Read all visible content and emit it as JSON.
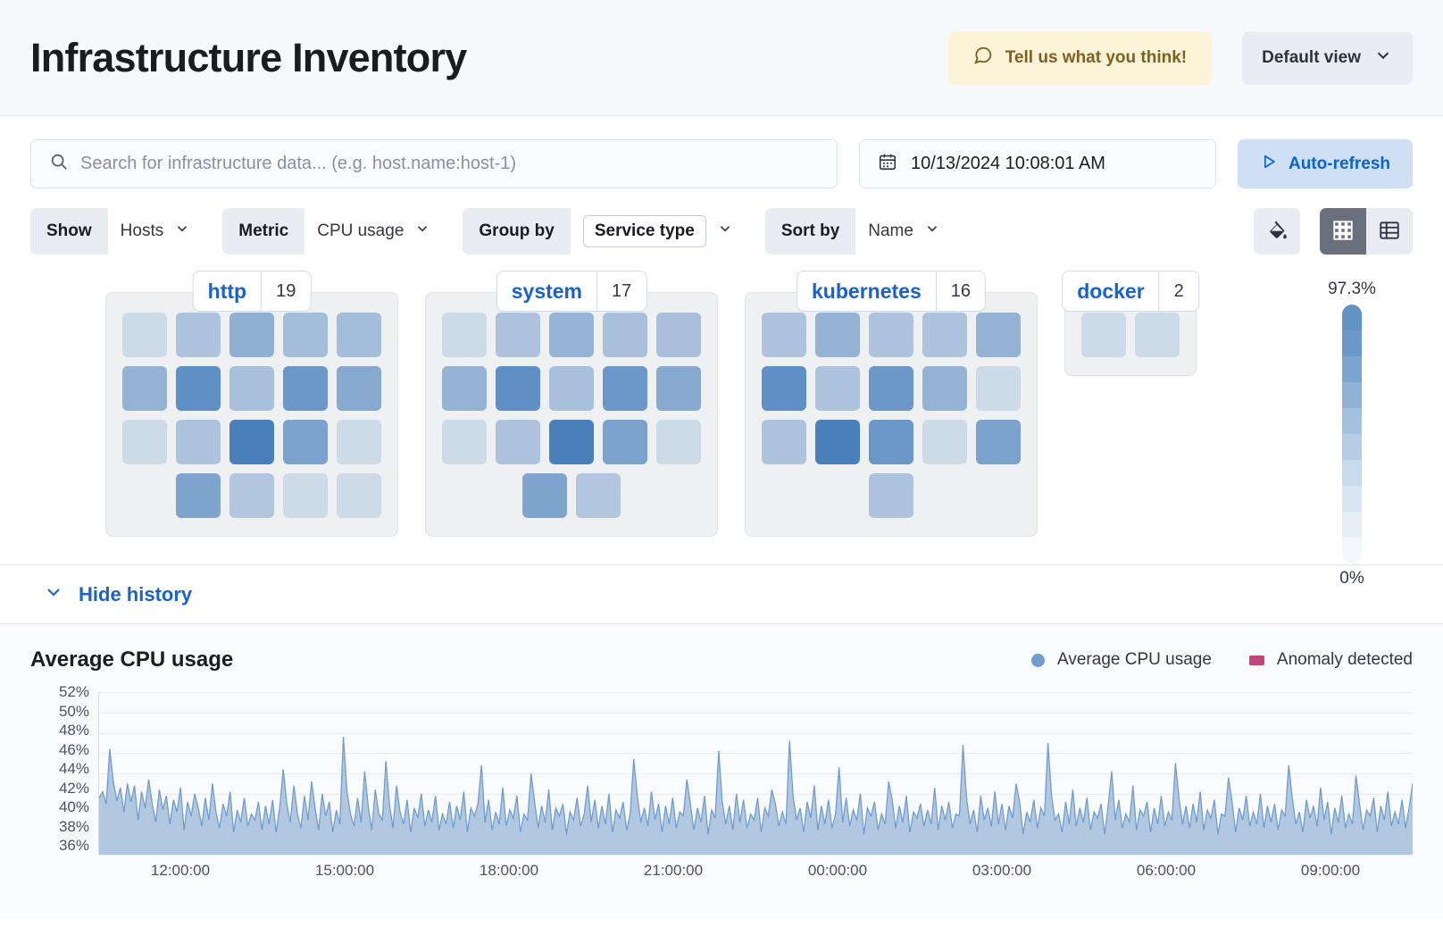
{
  "header": {
    "title": "Infrastructure Inventory",
    "feedback_label": "Tell us what you think!",
    "feedback_icon": "comment-icon",
    "view_label": "Default view",
    "view_icon": "chevron-down-icon"
  },
  "search": {
    "placeholder": "Search for infrastructure data... (e.g. host.name:host-1)",
    "value": "",
    "icon": "search-icon"
  },
  "datepicker": {
    "value": "10/13/2024 10:08:01 AM",
    "icon": "calendar-icon"
  },
  "autorefresh": {
    "label": "Auto-refresh",
    "icon": "play-icon"
  },
  "filters": [
    {
      "label": "Show",
      "value": "Hosts",
      "boxed": false,
      "icon": "chevron-down-icon"
    },
    {
      "label": "Metric",
      "value": "CPU usage",
      "boxed": false,
      "icon": "chevron-down-icon"
    },
    {
      "label": "Group by",
      "value": "Service type",
      "boxed": true,
      "icon": "chevron-down-icon"
    },
    {
      "label": "Sort by",
      "value": "Name",
      "boxed": false,
      "icon": "chevron-down-icon"
    }
  ],
  "toolbar_right": {
    "legend_button_icon": "paint-bucket-icon",
    "grid_view_icon": "grid-view-icon",
    "table_view_icon": "table-view-icon",
    "active_view": "grid"
  },
  "legend_scale": {
    "max": "97.3%",
    "min": "0%",
    "steps": [
      "#6192c4",
      "#6a98c8",
      "#7ba4ce",
      "#8fb2d6",
      "#a3c0de",
      "#b6cde5",
      "#c9daec",
      "#dae5f2",
      "#e8eef7",
      "#f3f6fb"
    ]
  },
  "groups": [
    {
      "name": "http",
      "count": "19",
      "rows": [
        {
          "align": "start",
          "tiles": [
            "#cddbe9",
            "#aec3dd",
            "#8fb0d3",
            "#a3bdda",
            "#a3bdda"
          ]
        },
        {
          "align": "start",
          "tiles": [
            "#93b2d4",
            "#5f8fc4",
            "#a9c0dd",
            "#6b97c9",
            "#87a9d0"
          ]
        },
        {
          "align": "start",
          "tiles": [
            "#cddbe9",
            "#aec3dd",
            "#4a80ba",
            "#7aa2cd",
            "#cddbe9"
          ]
        },
        {
          "align": "end",
          "tiles": [
            "#7fa5ce",
            "#b2c6df",
            "#cddbe9",
            "#cddbe9"
          ]
        }
      ]
    },
    {
      "name": "system",
      "count": "17",
      "rows": [
        {
          "align": "start",
          "tiles": [
            "#cddbe9",
            "#aec3dd",
            "#96b4d5",
            "#a9c0dd",
            "#a9c0dd"
          ]
        },
        {
          "align": "start",
          "tiles": [
            "#93b2d4",
            "#5f8fc4",
            "#a9c0dd",
            "#6b97c9",
            "#87a9d0"
          ]
        },
        {
          "align": "start",
          "tiles": [
            "#cddbe9",
            "#aec3dd",
            "#4a80ba",
            "#7aa2cd",
            "#cddbe9"
          ]
        },
        {
          "align": "center",
          "tiles": [
            "#7fa5ce",
            "#b2c6df"
          ]
        }
      ]
    },
    {
      "name": "kubernetes",
      "count": "16",
      "rows": [
        {
          "align": "start",
          "tiles": [
            "#aec3dd",
            "#93b2d4",
            "#aec3dd",
            "#aec3dd",
            "#93b2d4"
          ]
        },
        {
          "align": "start",
          "tiles": [
            "#5f8fc4",
            "#aec3dd",
            "#6b97c9",
            "#93b2d4",
            "#cddbe9"
          ]
        },
        {
          "align": "start",
          "tiles": [
            "#aec3dd",
            "#4a80ba",
            "#6b97c9",
            "#cddbe9",
            "#7aa2cd"
          ]
        },
        {
          "align": "center",
          "tiles": [
            "#aec3dd"
          ]
        }
      ]
    },
    {
      "name": "docker",
      "count": "2",
      "rows": [
        {
          "align": "center",
          "tiles": [
            "#cddbe9",
            "#cddbe9"
          ]
        }
      ]
    }
  ],
  "history_toggle": {
    "label": "Hide history",
    "icon": "chevron-down-icon"
  },
  "chart_data": {
    "type": "area",
    "title": "Average CPU usage",
    "xlabel": "",
    "ylabel": "",
    "grid": true,
    "legend_position": "top-right",
    "legend": [
      {
        "name": "Average CPU usage",
        "color": "#6f9dd0",
        "marker": "circle"
      },
      {
        "name": "Anomaly detected",
        "color": "#c4447a",
        "marker": "square"
      }
    ],
    "ylim": [
      36,
      52
    ],
    "ytick_labels": [
      "52%",
      "50%",
      "48%",
      "46%",
      "44%",
      "42%",
      "40%",
      "38%",
      "36%"
    ],
    "yticks": [
      52,
      50,
      48,
      46,
      44,
      42,
      40,
      38,
      36
    ],
    "xtick_labels": [
      "12:00:00",
      "15:00:00",
      "18:00:00",
      "21:00:00",
      "00:00:00",
      "03:00:00",
      "06:00:00",
      "09:00:00"
    ],
    "series": [
      {
        "name": "Average CPU usage",
        "color": "#6f9dd0",
        "fill": "#b2c8e0",
        "values": [
          41.6,
          42.2,
          41.0,
          46.4,
          43.2,
          41.3,
          42.6,
          40.2,
          43.0,
          41.2,
          42.8,
          39.4,
          42.2,
          40.6,
          43.4,
          41.0,
          39.2,
          42.4,
          40.4,
          41.8,
          39.0,
          41.4,
          40.2,
          42.6,
          38.4,
          41.2,
          39.8,
          42.0,
          40.6,
          38.8,
          41.6,
          39.4,
          43.0,
          40.2,
          38.6,
          41.0,
          39.8,
          42.2,
          38.2,
          40.4,
          39.2,
          41.6,
          38.8,
          40.0,
          39.4,
          41.2,
          38.4,
          40.8,
          39.0,
          41.4,
          38.2,
          40.6,
          44.4,
          41.0,
          39.2,
          42.8,
          40.0,
          38.6,
          41.8,
          39.4,
          43.2,
          40.6,
          38.4,
          42.0,
          39.8,
          41.2,
          38.2,
          40.4,
          39.0,
          47.6,
          42.2,
          40.0,
          38.8,
          41.6,
          39.2,
          44.2,
          40.8,
          38.4,
          42.4,
          40.0,
          39.4,
          45.2,
          41.0,
          38.6,
          42.8,
          40.2,
          39.0,
          41.4,
          38.2,
          40.6,
          39.6,
          42.0,
          38.8,
          40.4,
          39.2,
          41.8,
          38.4,
          40.0,
          39.0,
          41.2,
          38.6,
          40.8,
          39.4,
          42.2,
          38.2,
          40.6,
          39.8,
          41.0,
          44.8,
          39.2,
          41.4,
          38.4,
          40.2,
          39.0,
          42.6,
          38.8,
          40.4,
          39.6,
          41.8,
          38.2,
          40.0,
          39.4,
          44.0,
          41.2,
          38.6,
          40.8,
          39.2,
          42.4,
          38.4,
          40.6,
          39.8,
          41.0,
          38.0,
          40.2,
          39.4,
          41.6,
          38.8,
          40.0,
          42.8,
          39.2,
          41.4,
          38.6,
          40.8,
          39.0,
          42.0,
          38.2,
          40.4,
          39.6,
          41.2,
          38.4,
          40.0,
          45.4,
          41.8,
          39.2,
          40.6,
          38.8,
          42.2,
          39.4,
          41.0,
          38.2,
          40.8,
          39.0,
          41.6,
          38.6,
          40.2,
          39.8,
          43.4,
          41.0,
          38.4,
          40.6,
          39.2,
          41.8,
          38.0,
          40.4,
          39.6,
          46.2,
          41.2,
          39.0,
          40.8,
          38.4,
          42.0,
          39.2,
          41.4,
          38.6,
          40.0,
          39.4,
          41.6,
          38.2,
          40.6,
          39.8,
          42.4,
          41.0,
          38.8,
          40.2,
          39.0,
          47.2,
          41.8,
          39.4,
          40.6,
          38.2,
          41.2,
          39.6,
          42.8,
          38.4,
          40.8,
          39.0,
          41.4,
          38.6,
          40.0,
          44.6,
          39.2,
          41.6,
          38.8,
          40.4,
          39.4,
          42.0,
          38.0,
          40.6,
          39.8,
          41.2,
          38.4,
          40.0,
          39.0,
          43.2,
          41.4,
          38.6,
          40.8,
          39.2,
          41.8,
          38.2,
          40.2,
          39.6,
          41.0,
          38.8,
          40.4,
          39.0,
          42.6,
          38.4,
          40.8,
          39.4,
          41.2,
          38.6,
          40.0,
          39.8,
          46.8,
          41.6,
          39.0,
          40.4,
          38.2,
          41.8,
          39.4,
          40.6,
          38.8,
          42.2,
          39.0,
          41.0,
          38.4,
          40.8,
          39.6,
          43.0,
          41.2,
          38.0,
          40.2,
          39.2,
          41.4,
          38.6,
          40.6,
          39.8,
          47.0,
          41.8,
          39.4,
          40.0,
          38.2,
          41.2,
          39.0,
          42.4,
          38.8,
          40.6,
          39.2,
          41.6,
          38.4,
          40.2,
          39.6,
          41.0,
          38.0,
          40.8,
          44.2,
          39.4,
          41.4,
          38.6,
          40.0,
          39.2,
          42.8,
          38.4,
          40.4,
          39.8,
          41.2,
          38.2,
          40.6,
          39.0,
          41.8,
          38.8,
          40.2,
          39.4,
          45.0,
          41.6,
          39.0,
          40.8,
          38.6,
          41.0,
          39.2,
          42.2,
          38.4,
          40.4,
          39.6,
          41.4,
          38.0,
          40.0,
          39.8,
          43.6,
          41.2,
          38.2,
          40.6,
          39.4,
          41.8,
          38.8,
          40.2,
          39.0,
          42.0,
          38.6,
          40.8,
          39.2,
          41.0,
          38.4,
          40.4,
          39.8,
          44.8,
          41.6,
          39.0,
          40.2,
          38.2,
          41.4,
          39.6,
          40.8,
          38.8,
          42.6,
          39.4,
          41.2,
          38.0,
          40.6,
          39.2,
          41.8,
          38.6,
          40.0,
          39.0,
          43.8,
          41.0,
          38.4,
          40.4,
          39.8,
          41.6,
          38.2,
          40.8,
          39.4,
          42.2,
          38.8,
          40.2,
          39.0,
          41.4,
          38.6,
          40.6,
          43.0
        ]
      }
    ]
  }
}
